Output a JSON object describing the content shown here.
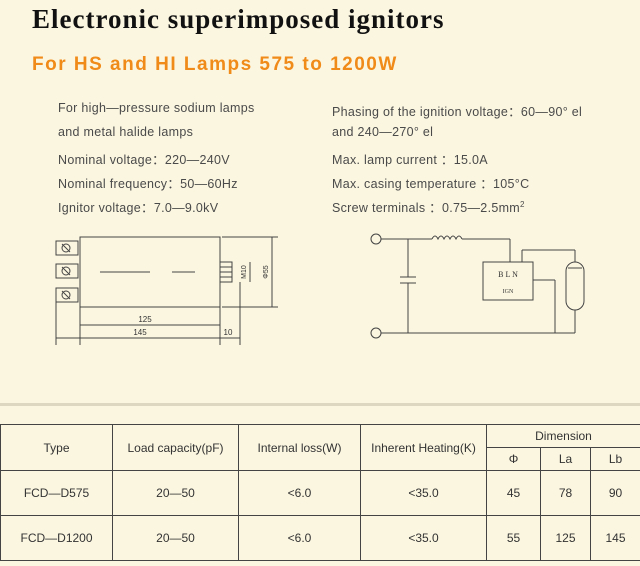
{
  "title": "Electronic superimposed ignitors",
  "subtitle": "For HS and HI Lamps 575 to 1200W",
  "specs_left": [
    "For high—pressure sodium lamps",
    "and metal halide lamps",
    "Nominal voltage：220—240V",
    "Nominal frequency：50—60Hz",
    "Ignitor voltage：7.0—9.0kV"
  ],
  "specs_right": [
    "Phasing of the ignition voltage：60—90° el",
    "and 240—270° el",
    "Max. lamp current ：15.0A",
    "Max. casing temperature ：105°C",
    "Screw terminals ：0.75—2.5"
  ],
  "specs_right_unit": "mm",
  "specs_right_sup": "2",
  "drawing": {
    "dim_125": "125",
    "dim_145": "145",
    "dim_10": "10",
    "dim_m10": "M10",
    "dim_55": "Φ55"
  },
  "circuit": {
    "box_line1": "B L N",
    "box_line2": "IGN"
  },
  "table": {
    "headers": {
      "type": "Type",
      "load": "Load capacity(pF)",
      "loss": "Internal loss(W)",
      "heating": "Inherent Heating(K)",
      "dimension": "Dimension",
      "phi": "Φ",
      "la": "La",
      "lb": "Lb"
    },
    "rows": [
      {
        "type": "FCD—D575",
        "load": "20—50",
        "loss": "<6.0",
        "heating": "<35.0",
        "phi": "45",
        "la": "78",
        "lb": "90"
      },
      {
        "type": "FCD—D1200",
        "load": "20—50",
        "loss": "<6.0",
        "heating": "<35.0",
        "phi": "55",
        "la": "125",
        "lb": "145"
      }
    ]
  }
}
